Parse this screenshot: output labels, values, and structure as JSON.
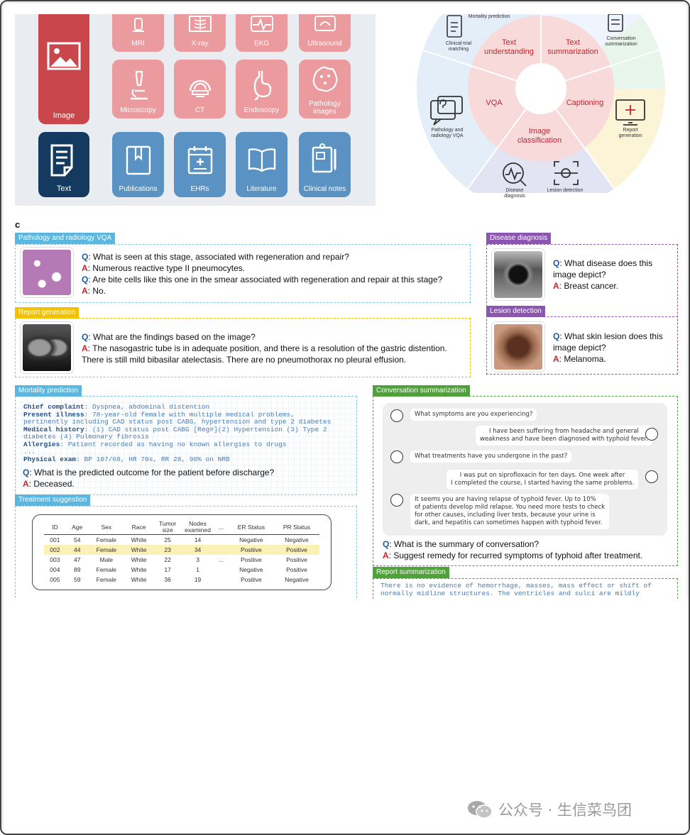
{
  "modalities": {
    "image_label": "Image",
    "text_label": "Text",
    "image_tiles": [
      "MRI",
      "X-ray",
      "EKG",
      "Ultrasound",
      "Microscopy",
      "CT",
      "Endoscopy",
      "Pathology images"
    ],
    "text_tiles": [
      "Publications",
      "EHRs",
      "Literature",
      "Clinical notes"
    ]
  },
  "wheel": {
    "inner": [
      "Text understanding",
      "Text summarization",
      "Captioning",
      "Image classification",
      "VQA"
    ],
    "outer": [
      "Mortality prediction",
      "Clinical-trial matching",
      "Conversation summarization",
      "Report generation",
      "Pathology and radiology VQA",
      "Disease diagnosis",
      "Lesion detection"
    ]
  },
  "panel_letter": "c",
  "pathology_vqa": {
    "title": "Pathology and radiology VQA",
    "q1": "What is seen at this stage,  associated with regeneration and repair?",
    "a1": "Numerous reactive type II pneumocytes.",
    "q2": "Are bite cells like this one in the smear associated with regeneration and repair at this stage?",
    "a2": "No."
  },
  "report_generation": {
    "title": "Report generation",
    "q": "What are the findings based on the image?",
    "a_line1": "The nasogastric tube is in adequate position, and there is a resolution of the gastric distention.",
    "a_line2": "There is still mild bibasilar atelectasis. There are no pneumothorax no pleural effusion."
  },
  "disease_diagnosis": {
    "title": "Disease diagnosis",
    "q": "What disease does this image depict?",
    "a": "Breast cancer."
  },
  "lesion_detection": {
    "title": "Lesion detection",
    "q": "What skin lesion does this image depict?",
    "a": "Melanoma."
  },
  "mortality": {
    "title": "Mortality prediction",
    "cc_label": "Chief complaint",
    "cc": ": Dyspnea, abdominal distention",
    "pi_label": "Present illness",
    "pi1": ": 78-year-old female with multiple medical problems,",
    "pi2": "pertinently including CAD status post CABG, hypertension and type 2 diabetes",
    "mh_label": "Medical history",
    "mh1": ": (1) CAD status post CABG [Reg#](2) Hypertension (3) Type 2",
    "mh2": "diabetes (4) Pulmonary fibrosis",
    "al_label": "Allergies",
    "al": ": Patient recorded as having no known allergies to drugs",
    "dots": "...",
    "pe_label": "Physical exam",
    "pe": ": BP 107/68, HR 70s, RR 28, 90% on NRB",
    "q": "What is the predicted outcome for the patient before discharge?",
    "a": "Deceased."
  },
  "treatment": {
    "title": "Treatment suggestion",
    "headers": [
      "ID",
      "Age",
      "Sex",
      "Race",
      "Tumor size",
      "Nodes examined",
      "...",
      "ER Status",
      "PR Status"
    ],
    "rows": [
      [
        "001",
        "54",
        "Female",
        "White",
        "25",
        "14",
        "",
        "Negative",
        "Negative"
      ],
      [
        "002",
        "44",
        "Female",
        "White",
        "23",
        "34",
        "",
        "Positive",
        "Positive"
      ],
      [
        "003",
        "47",
        "Male",
        "White",
        "22",
        "3",
        "...",
        "Positive",
        "Positive"
      ],
      [
        "004",
        "89",
        "Female",
        "White",
        "17",
        "1",
        "",
        "Negative",
        "Positive"
      ],
      [
        "005",
        "59",
        "Female",
        "White",
        "36",
        "19",
        "",
        "Positive",
        "Negative"
      ]
    ]
  },
  "conversation": {
    "title": "Conversation summarization",
    "m1": "What symptoms are you experiencing?",
    "m2a": "I have been suffering from headache and general",
    "m2b": "weakness and have been diagnosed with typhoid fever.",
    "m3": "What treatments have you undergone in the past?",
    "m4a": "I was put on siprofloxacin for ten days. One week after",
    "m4b": "I completed the course, I started having the same problems.",
    "m5a": "It seems you are having relapse of typhoid fever. Up to 10%",
    "m5b": "of patients develop mild relapse. You need more tests to check",
    "m5c": "for other causes, including liver tests, because your urine is",
    "m5d": "dark, and hepatitis can sometimes happen with typhoid fever.",
    "q": "What is the summary of conversation?",
    "a": "Suggest remedy for recurred symptoms of typhoid after treatment."
  },
  "report_summ": {
    "title": "Report summarization",
    "l1": "There is no evidence of hemorrhage, masses, mass effect or shift of",
    "l2": "normally midline structures. The ventricles and sulci are mildly"
  },
  "watermark": "公众号 · 生信菜鸟团",
  "qa_prefix": {
    "q": "Q",
    "a": "A"
  },
  "colors": {
    "blue": "#5bb7e0",
    "yellow": "#f2c200",
    "purple": "#8b55b0",
    "green": "#4fa13a",
    "navy": "#153a60"
  }
}
